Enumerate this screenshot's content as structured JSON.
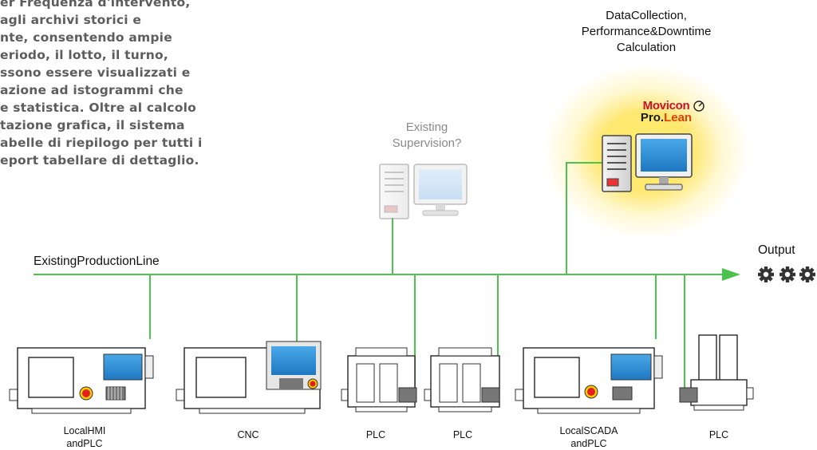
{
  "intro_lines": [
    "er Frequenza d'intervento,",
    "agli archivi storici e",
    "nte, consentendo ampie",
    "eriodo, il lotto, il turno,",
    "ssono essere visualizzati e",
    "azione ad istogrammi che",
    "e statistica. Oltre al calcolo",
    "tazione grafica, il sistema",
    "abelle di riepilogo per tutti i",
    "eport tabellare di dettaglio."
  ],
  "top_label_lines": [
    "DataCollection,",
    "Performance&Downtime",
    "Calculation"
  ],
  "supervision_label_lines": [
    "Existing",
    "Supervision?"
  ],
  "production_line_label": "ExistingProductionLine",
  "output_label": "Output",
  "brand": {
    "line1": "Movicon",
    "line2a": "Pro.",
    "line2b": "Lean"
  },
  "machines": [
    {
      "label_lines": [
        "LocalHMI",
        "andPLC"
      ]
    },
    {
      "label_lines": [
        "CNC"
      ]
    },
    {
      "label_lines": [
        "PLC"
      ]
    },
    {
      "label_lines": [
        "PLC"
      ]
    },
    {
      "label_lines": [
        "LocalSCADA",
        "andPLC"
      ]
    },
    {
      "label_lines": [
        "PLC"
      ]
    }
  ],
  "colors": {
    "line_green": "#4cc34c",
    "screen_blue": "#2f8fd3",
    "screen_gray": "#9fc7ea",
    "estop_red": "#e41e1e",
    "estop_yellow": "#ffcc00"
  }
}
